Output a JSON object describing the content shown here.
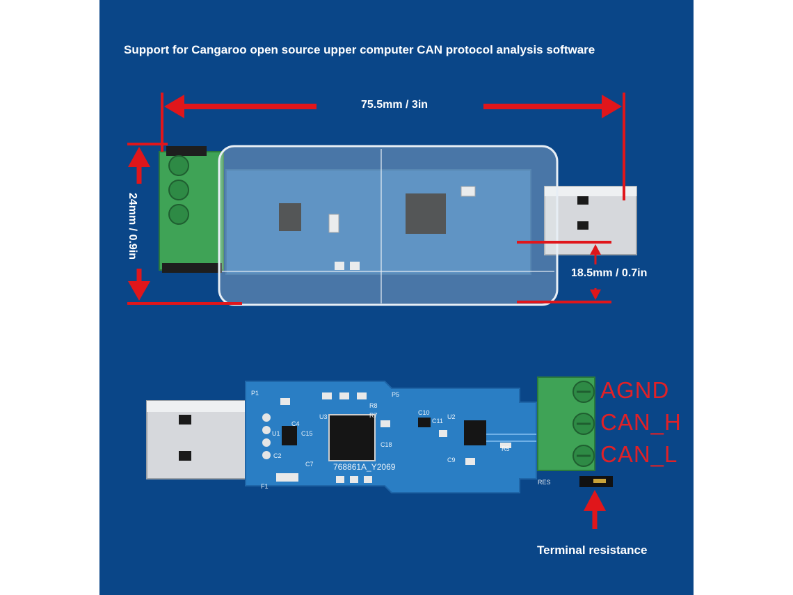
{
  "headline": "Support for Cangaroo open source upper computer CAN protocol analysis software",
  "dimensions": {
    "length": "75.5mm / 3in",
    "height": "24mm / 0.9in",
    "usb_width": "18.5mm / 0.7in"
  },
  "pins": [
    "AGND",
    "CAN_H",
    "CAN_L"
  ],
  "terminal_label": "Terminal resistance",
  "pcb_marking": "768861A_Y2069",
  "silkscreen": [
    "P1",
    "U3",
    "U2",
    "C10",
    "C11",
    "C15",
    "C18",
    "C9",
    "R5",
    "R8",
    "R7",
    "P5",
    "F1",
    "C7",
    "C2",
    "C4",
    "U1",
    "RES"
  ],
  "colors": {
    "background": "#0a4688",
    "pcb": "#2a7ec4",
    "terminal_block": "#3fa356",
    "arrow": "#e0161b",
    "pin_label": "#e02127"
  }
}
